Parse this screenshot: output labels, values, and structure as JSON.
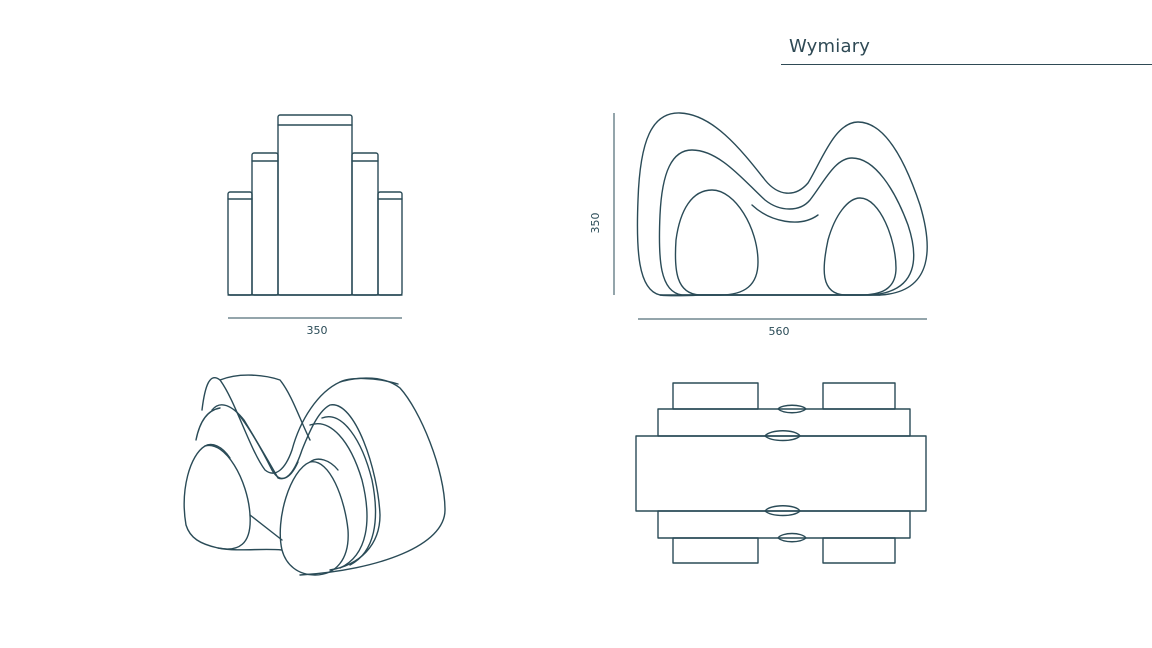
{
  "header": {
    "title": "Wymiary"
  },
  "dimensions": {
    "front_width": "350",
    "side_width": "560",
    "side_height": "350"
  },
  "colors": {
    "line": "#2a4b57",
    "background": "#ffffff"
  }
}
